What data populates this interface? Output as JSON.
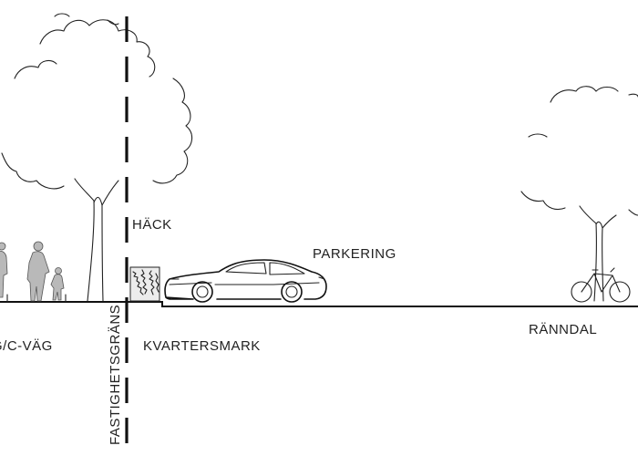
{
  "labels": {
    "hack": "HÄCK",
    "parkering": "PARKERING",
    "gc_vag": "G/C-VÄG",
    "kvartersmark": "KVARTERSMARK",
    "fastighetsgrans": "FASTIGHETSGRÄNS",
    "ranndal": "RÄNNDAL"
  },
  "colors": {
    "line": "#111111",
    "background": "#ffffff",
    "people": "#b9b9b9"
  }
}
